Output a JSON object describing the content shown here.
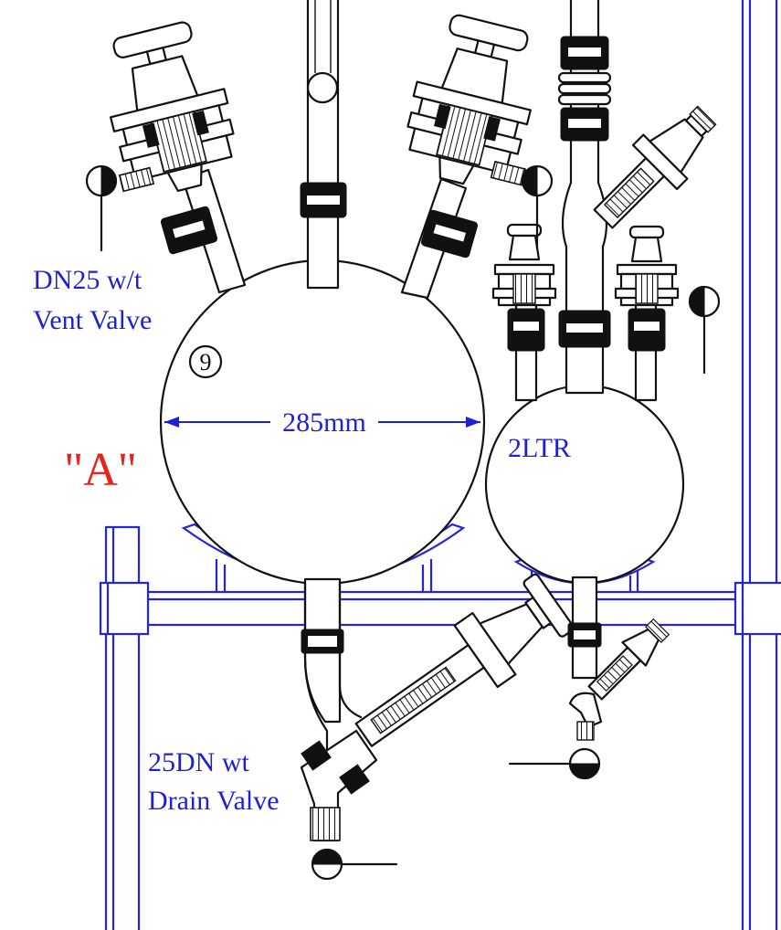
{
  "labels": {
    "vent_valve_line1": "DN25 w/t",
    "vent_valve_line2": "Vent Valve",
    "callout_number": "9",
    "diameter": "285mm",
    "view_marker": "\"A\"",
    "small_flask": "2LTR",
    "drain_valve_line1": "25DN wt",
    "drain_valve_line2": "Drain Valve"
  },
  "colors": {
    "frame": "#2323e0",
    "label_text": "#1f1fd6",
    "view_marker": "#e8231e",
    "ink": "#111111"
  }
}
